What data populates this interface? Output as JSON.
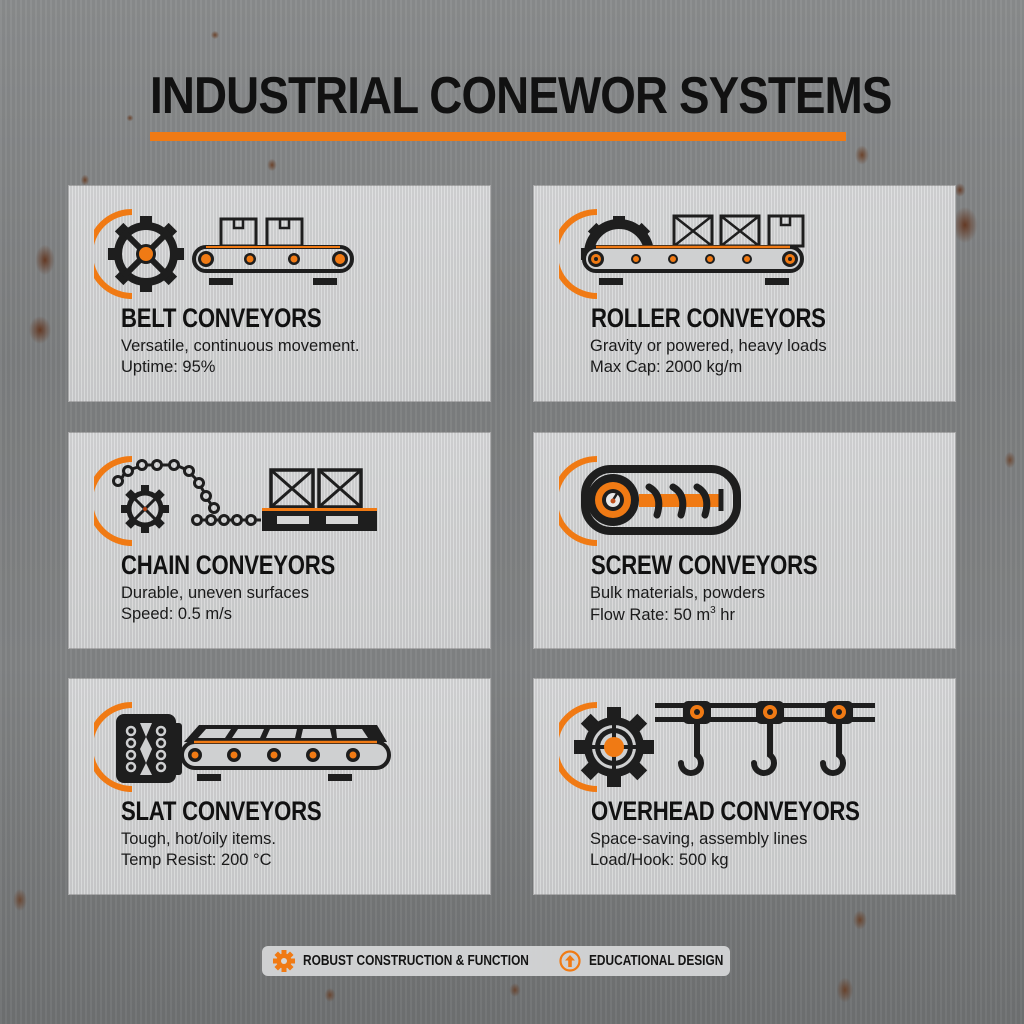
{
  "title": "INDUSTRIAL CONEWOR SYSTEMS",
  "colors": {
    "accent": "#f07a14",
    "ink": "#1a1a1a",
    "card_bg": "#cfd0d1",
    "background": "#7f8182"
  },
  "cards": [
    {
      "name": "BELT CONVEYORS",
      "description": "Versatile, continuous movement.",
      "stat": "Uptime: 95%",
      "icon": "belt-conveyor-icon"
    },
    {
      "name": "ROLLER CONVEYORS",
      "description": "Gravity or powered, heavy loads",
      "stat": "Max Cap: 2000 kg/m",
      "icon": "roller-conveyor-icon"
    },
    {
      "name": "CHAIN CONVEYORS",
      "description": "Durable, uneven surfaces",
      "stat": "Speed: 0.5 m/s",
      "icon": "chain-conveyor-icon"
    },
    {
      "name": "SCREW CONVEYORS",
      "description": "Bulk materials, powders",
      "stat_prefix": "Flow Rate: 50 m",
      "stat_sup": "3",
      "stat_suffix": " hr",
      "icon": "screw-conveyor-icon"
    },
    {
      "name": "SLAT CONVEYORS",
      "description": "Tough, hot/oily items.",
      "stat": "Temp Resist: 200 °C",
      "icon": "slat-conveyor-icon"
    },
    {
      "name": "OVERHEAD CONVEYORS",
      "description": "Space-saving, assembly lines",
      "stat": "Load/Hook: 500 kg",
      "icon": "overhead-conveyor-icon"
    }
  ],
  "footer": {
    "items": [
      {
        "label": "ROBUST CONSTRUCTION & FUNCTION",
        "icon": "gear-icon"
      },
      {
        "label": "EDUCATIONAL DESIGN",
        "icon": "arrow-up-circle-icon"
      }
    ]
  }
}
